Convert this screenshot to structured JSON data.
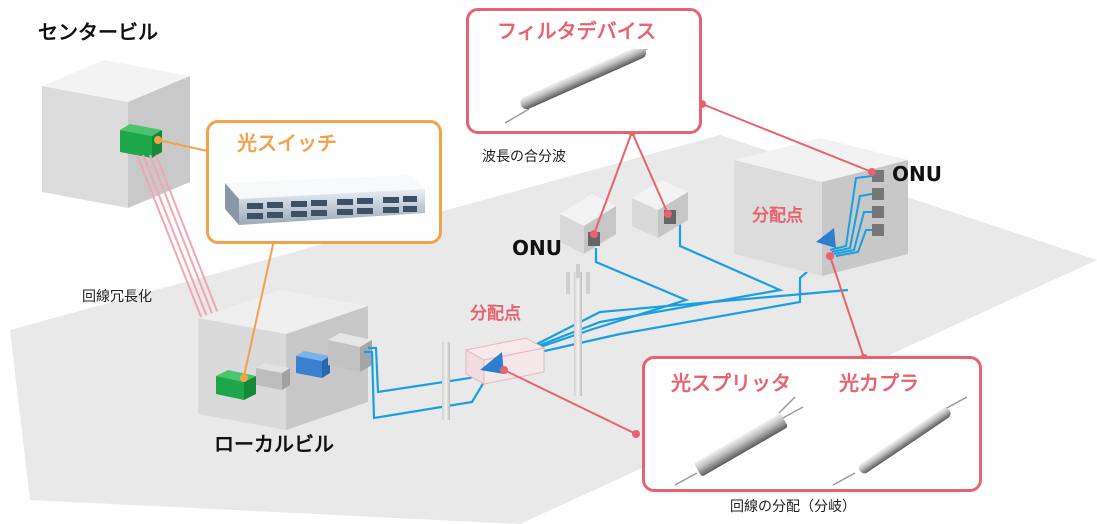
{
  "labels": {
    "center_building": "センタービル",
    "local_building": "ローカルビル",
    "line_redundancy": "回線冗長化",
    "wavelength_mux": "波長の合分波",
    "line_distribution": "回線の分配（分岐）",
    "onu_left": "ONU",
    "onu_right": "ONU",
    "splitter_point_mid": "分配点",
    "splitter_point_right": "分配点"
  },
  "callouts": {
    "optical_switch": "光スイッチ",
    "filter_device": "フィルタデバイス",
    "optical_splitter": "光スプリッタ",
    "optical_coupler": "光カプラ"
  },
  "colors": {
    "callout_red": "#e8636f",
    "callout_orange": "#f2a24a",
    "fiber_blue": "#1a9fe0",
    "switch_green": "#1ea64a",
    "pink_line": "#f2a6b4"
  }
}
